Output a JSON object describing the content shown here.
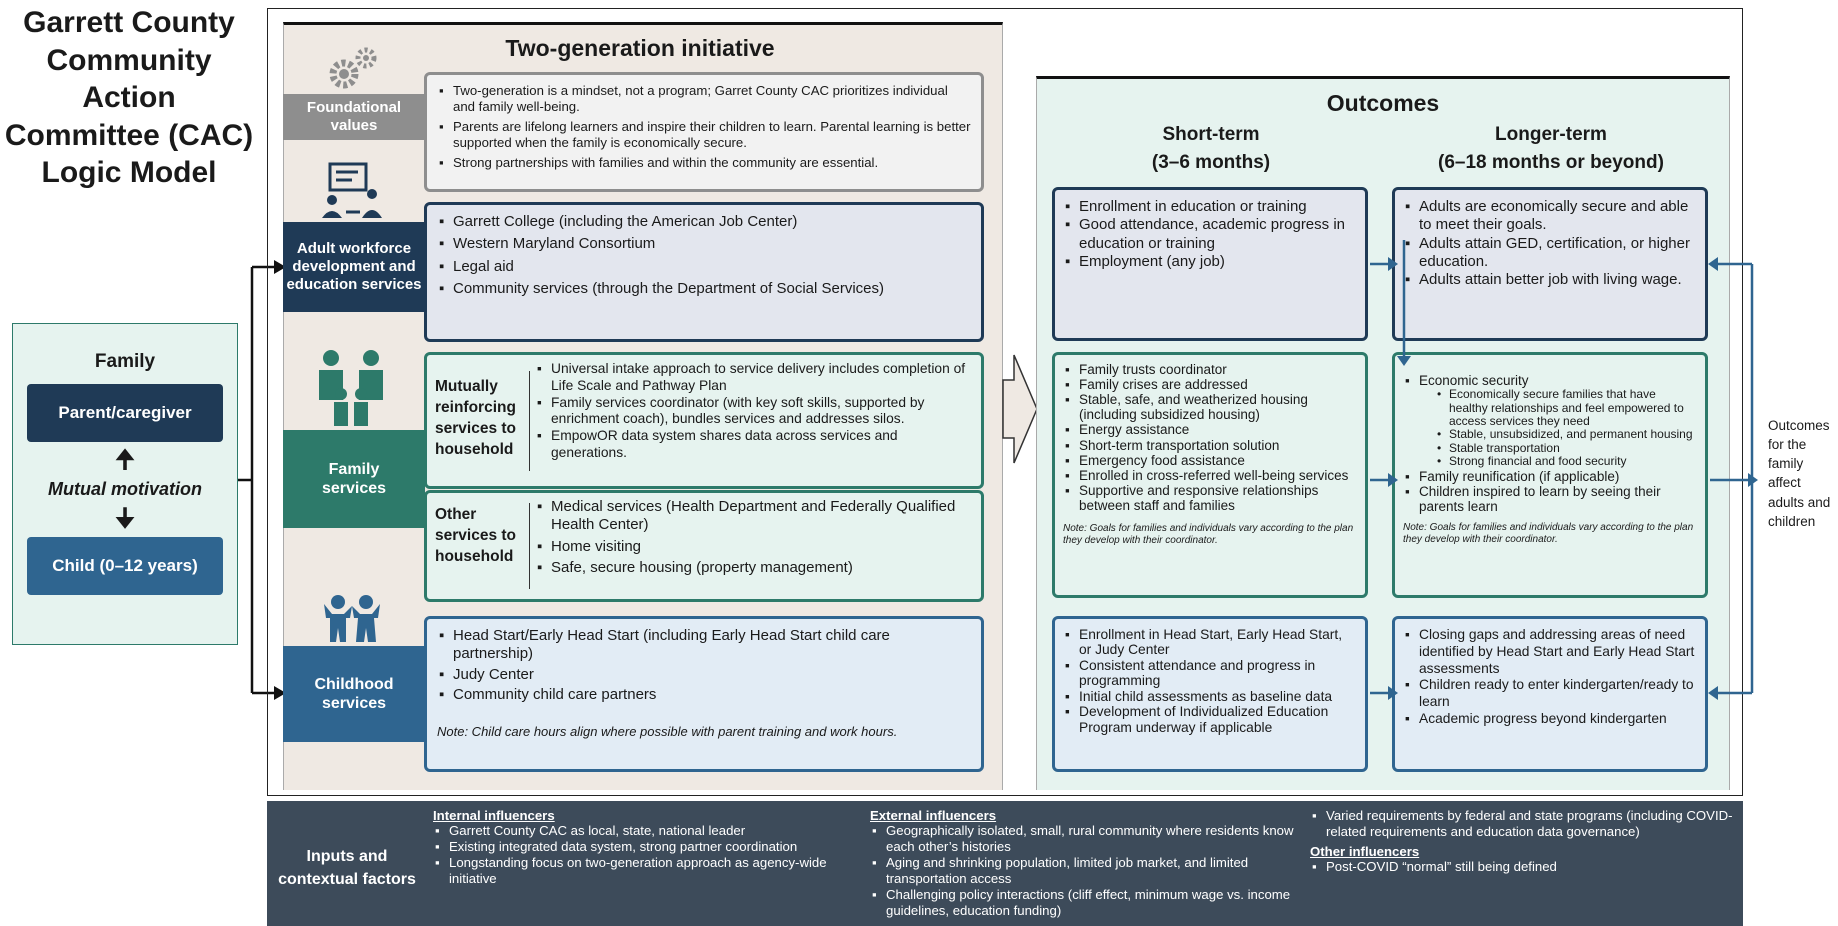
{
  "title": "Garrett County Community Action Committee (CAC) Logic Model",
  "family": {
    "heading": "Family",
    "parent": "Parent/caregiver",
    "motivation": "Mutual motivation",
    "child": "Child (0–12 years)"
  },
  "initiative": {
    "title": "Two-generation initiative",
    "foundational": {
      "label": "Foundational values",
      "items": [
        "Two-generation is a mindset, not a program; Garret County CAC prioritizes individual and family well-being.",
        "Parents are lifelong learners and inspire their children to learn. Parental learning is better supported when the family is economically secure.",
        "Strong partnerships with families and within the community are essential."
      ]
    },
    "adult": {
      "label": "Adult workforce development and education services",
      "items": [
        "Garrett College (including the American Job Center)",
        "Western Maryland Consortium",
        "Legal aid",
        "Community services (through the Department of Social Services)"
      ]
    },
    "family_services": {
      "label": "Family services",
      "mutual": {
        "label": "Mutually reinforcing services to household",
        "items": [
          "Universal intake approach to service delivery includes completion of Life Scale and Pathway Plan",
          "Family services coordinator (with key soft skills, supported by enrichment coach), bundles services and addresses silos.",
          "EmpowOR data system shares data across services and generations."
        ]
      },
      "other": {
        "label": "Other services to household",
        "items": [
          "Medical services (Health Department and Federally Qualified Health Center)",
          "Home visiting",
          "Safe, secure housing (property management)"
        ]
      }
    },
    "childhood": {
      "label": "Childhood services",
      "items": [
        "Head Start/Early Head Start (including Early Head Start child care partnership)",
        "Judy Center",
        "Community child care partners"
      ],
      "note": "Note: Child care hours align where possible with parent training and work hours."
    }
  },
  "outcomes": {
    "title": "Outcomes",
    "short_label": "Short-term",
    "short_range": "(3–6 months)",
    "long_label": "Longer-term",
    "long_range": "(6–18 months or beyond)",
    "short_adult": [
      "Enrollment in education or training",
      "Good attendance, academic progress in education or training",
      "Employment (any job)"
    ],
    "long_adult": [
      "Adults are economically secure and able to meet their goals.",
      "Adults attain GED, certification, or higher education.",
      "Adults attain better job with living wage."
    ],
    "short_family": [
      "Family trusts coordinator",
      "Family crises are addressed",
      "Stable, safe, and weatherized housing (including subsidized housing)",
      "Energy assistance",
      "Short-term transportation solution",
      "Emergency food assistance",
      "Enrolled in cross-referred well-being services",
      "Supportive and responsive relationships between staff and families"
    ],
    "short_family_note": "Note: Goals for families and individuals vary according to the plan they develop with their coordinator.",
    "long_family_head": "Economic security",
    "long_family_sub": [
      "Economically secure families that have healthy relationships and feel empowered to access services they need",
      "Stable, unsubsidized, and permanent housing",
      "Stable transportation",
      "Strong financial and food security"
    ],
    "long_family_more": [
      "Family reunification (if applicable)",
      "Children inspired to learn by seeing their parents learn"
    ],
    "long_family_note": "Note: Goals for families and individuals vary according to the plan they develop with their coordinator.",
    "short_child": [
      "Enrollment in Head Start, Early Head Start, or Judy Center",
      "Consistent attendance and progress in programming",
      "Initial child assessments as baseline data",
      "Development of Individualized Education Program underway if applicable"
    ],
    "long_child": [
      "Closing gaps and addressing areas of need identified by Head Start and Early Head Start assessments",
      "Children ready to enter kindergarten/ready to learn",
      "Academic progress beyond kindergarten"
    ],
    "side_note": "Outcomes for the family affect adults and children"
  },
  "inputs": {
    "label": "Inputs and contextual factors",
    "internal_head": "Internal influencers",
    "internal": [
      "Garrett County CAC as local, state, national leader",
      "Existing integrated data system, strong partner coordination",
      "Longstanding focus on two-generation approach as agency-wide initiative"
    ],
    "external_head": "External influencers",
    "external": [
      "Geographically isolated, small, rural community where residents know each other’s histories",
      "Aging and shrinking population, limited job market, and limited transportation access",
      "Challenging policy interactions (cliff effect, minimum wage vs. income guidelines, education funding)",
      "Varied requirements by federal and state programs (including COVID-related requirements and education data governance)"
    ],
    "other_head": "Other influencers",
    "other": [
      "Post-COVID “normal” still being defined"
    ]
  },
  "colors": {
    "navy": "#1f3a56",
    "teal": "#2d7a6a",
    "blue": "#2f6590",
    "gray": "#8e8e8e",
    "tan": "#efe9e3",
    "mint": "#e6f3ef",
    "pale_blue": "#e2ecf5",
    "footer": "#3d4b5a"
  },
  "icons": [
    "gears-icon",
    "presentation-icon",
    "family-icon",
    "children-icon",
    "arrow-icon"
  ]
}
